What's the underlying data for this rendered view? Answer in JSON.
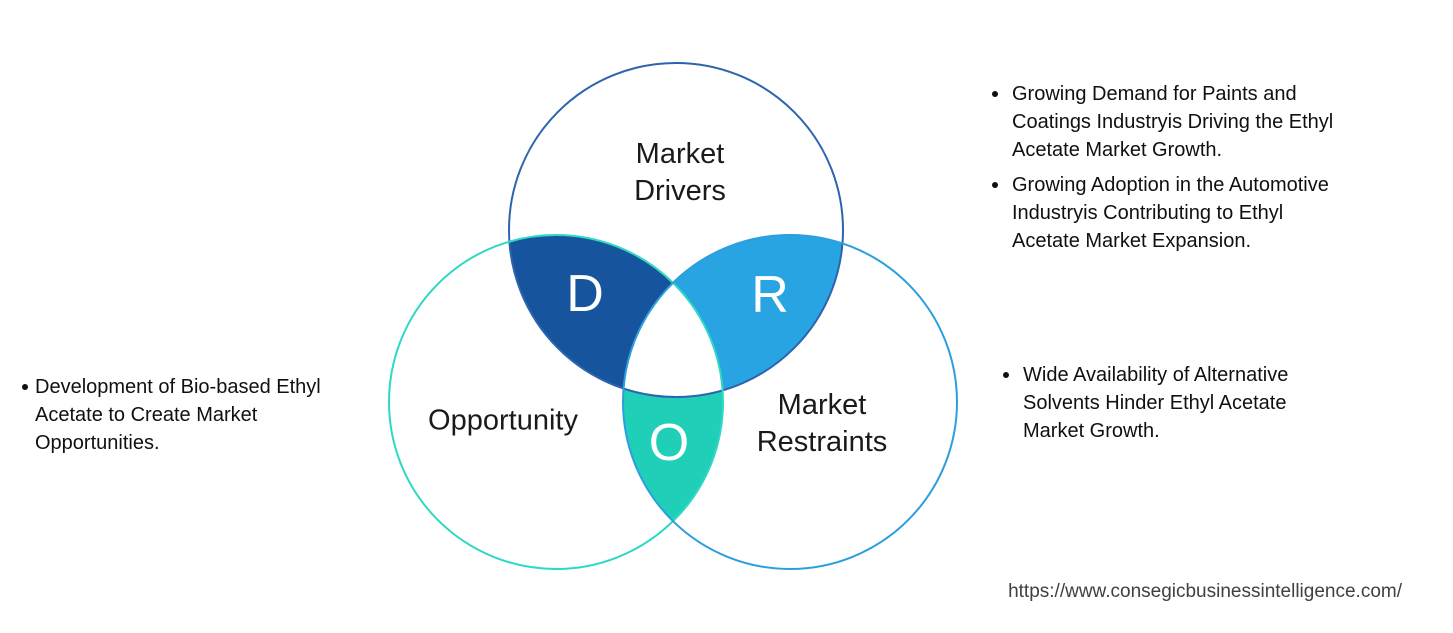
{
  "venn": {
    "center_color": "#ffffff",
    "drivers": {
      "label": "Market\nDrivers",
      "letter": "D",
      "outline_color": "#2d64ae",
      "overlap_color": "#17549e"
    },
    "opportunity": {
      "label": "Opportunity",
      "letter": "O",
      "outline_color": "#2fd8c5",
      "overlap_color": "#1fcfb8"
    },
    "restraints": {
      "label": "Market\nRestraints",
      "letter": "R",
      "outline_color": "#2b9fde",
      "overlap_color": "#29a4e2"
    }
  },
  "bullets": {
    "drivers": [
      "Growing Demand for Paints and\nCoatings Industryis Driving the Ethyl\nAcetate Market Growth.",
      "Growing Adoption in the Automotive\nIndustryis Contributing to Ethyl\nAcetate Market Expansion."
    ],
    "opportunity": [
      "Development of Bio-based Ethyl\nAcetate to Create Market\nOpportunities."
    ],
    "restraints": [
      "Wide Availability of Alternative\nSolvents Hinder Ethyl Acetate\nMarket Growth."
    ]
  },
  "footer": {
    "url": "https://www.consegicbusinessintelligence.com/"
  }
}
